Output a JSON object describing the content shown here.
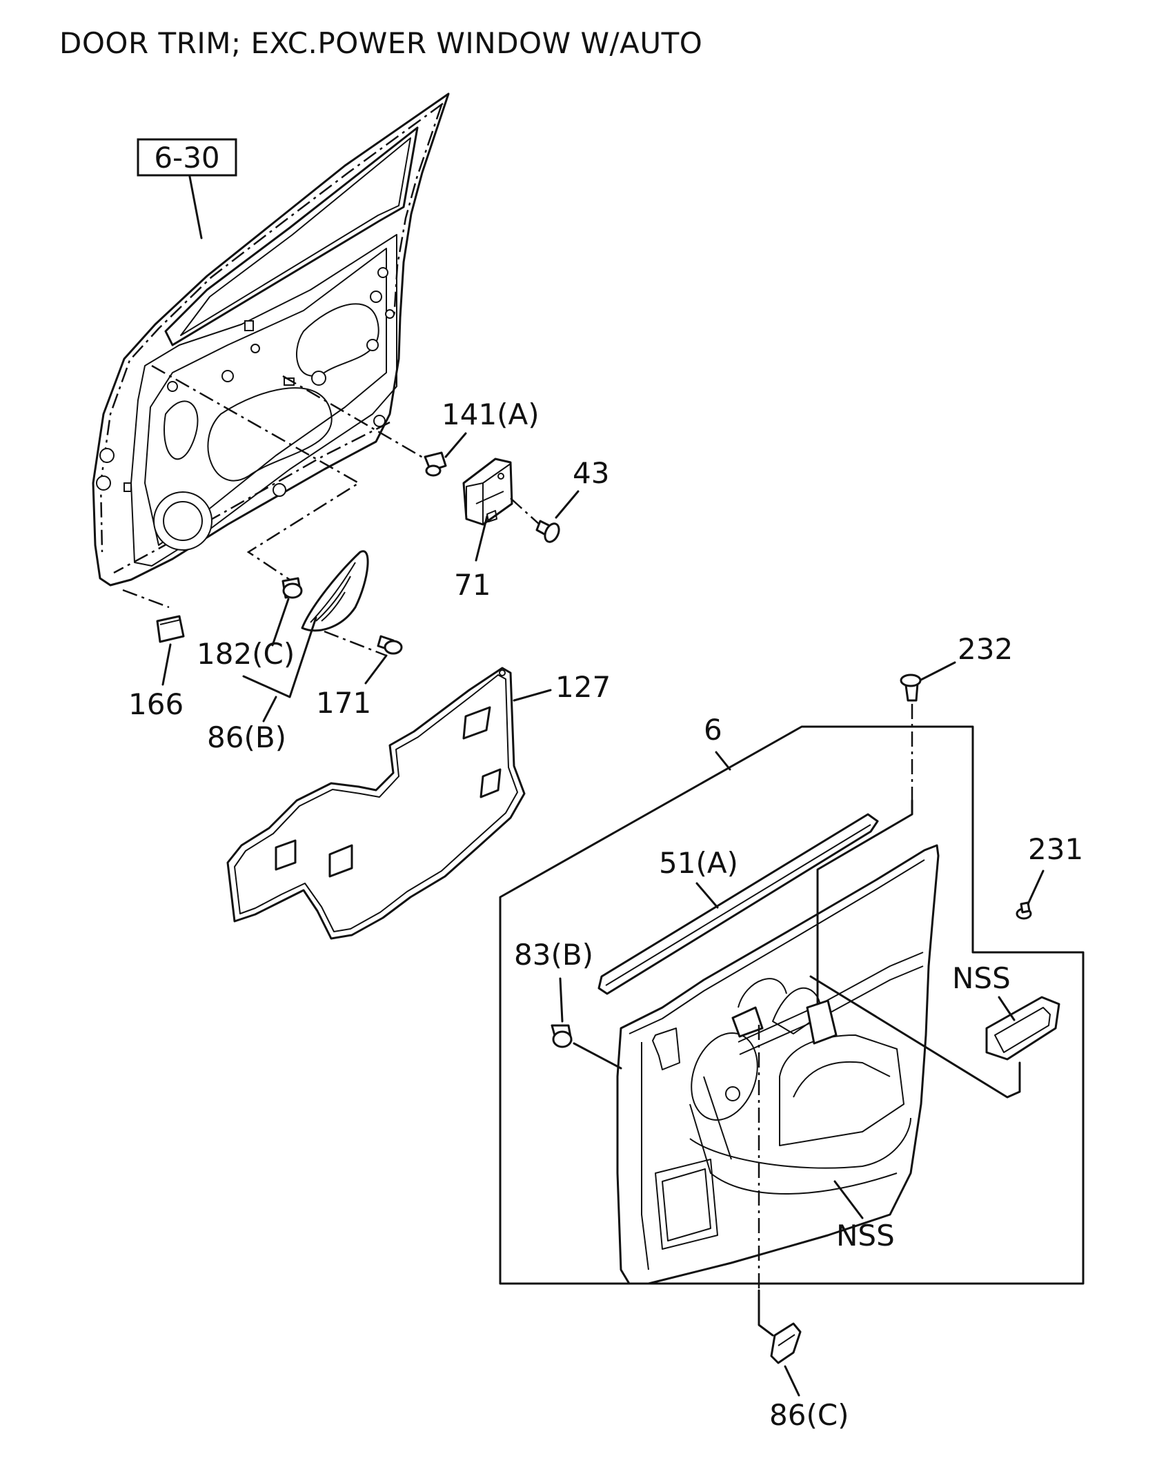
{
  "title": "DOOR TRIM; EXC.POWER WINDOW W/AUTO",
  "ref_box": "6-30",
  "callouts": {
    "c141a": "141(A)",
    "c43": "43",
    "c71": "71",
    "c166": "166",
    "c182c": "182(C)",
    "c171": "171",
    "c86b": "86(B)",
    "c127": "127",
    "c232": "232",
    "c6": "6",
    "c231": "231",
    "c51a": "51(A)",
    "c83b": "83(B)",
    "c_nss_upper": "NSS",
    "c_nss_lower": "NSS",
    "c86c": "86(C)"
  }
}
